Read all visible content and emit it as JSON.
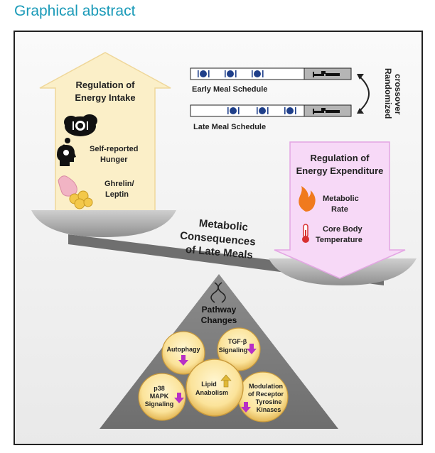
{
  "header": {
    "title": "Graphical abstract"
  },
  "intake": {
    "title_line1": "Regulation of",
    "title_line2": "Energy Intake",
    "hunger_line1": "Self-reported",
    "hunger_line2": "Hunger",
    "ghrelin_line1": "Ghrelin/",
    "ghrelin_line2": "Leptin"
  },
  "schedule": {
    "early": "Early Meal Schedule",
    "late": "Late Meal Schedule",
    "crossover_line1": "Randomized",
    "crossover_line2": "crossover"
  },
  "expenditure": {
    "title_line1": "Regulation of",
    "title_line2": "Energy Expenditure",
    "metabolic_line1": "Metabolic",
    "metabolic_line2": "Rate",
    "core_line1": "Core Body",
    "core_line2": "Temperature"
  },
  "center": {
    "line1": "Metabolic",
    "line2": "Consequences",
    "line3": "of Late Meals"
  },
  "pathway": {
    "title_line1": "Pathway",
    "title_line2": "Changes",
    "autophagy": "Autophagy",
    "tgf_line1": "TGF-β",
    "tgf_line2": "Signaling",
    "lipid_line1": "Lipid",
    "lipid_line2": "Anabolism",
    "p38_line1": "p38",
    "p38_line2": "MAPK",
    "p38_line3": "Signaling",
    "mod_line1": "Modulation",
    "mod_line2": "of Receptor",
    "mod_line3": "Tyrosine",
    "mod_line4": "Kinases"
  },
  "colors": {
    "heading": "#1a9ab8",
    "intake_fill": "#fbefc8",
    "expenditure_fill": "#f7d9f7",
    "down_arrow": "#b82fc6",
    "up_arrow": "#e0b838",
    "flame": "#f07a1e",
    "thermometer": "#d83030"
  }
}
